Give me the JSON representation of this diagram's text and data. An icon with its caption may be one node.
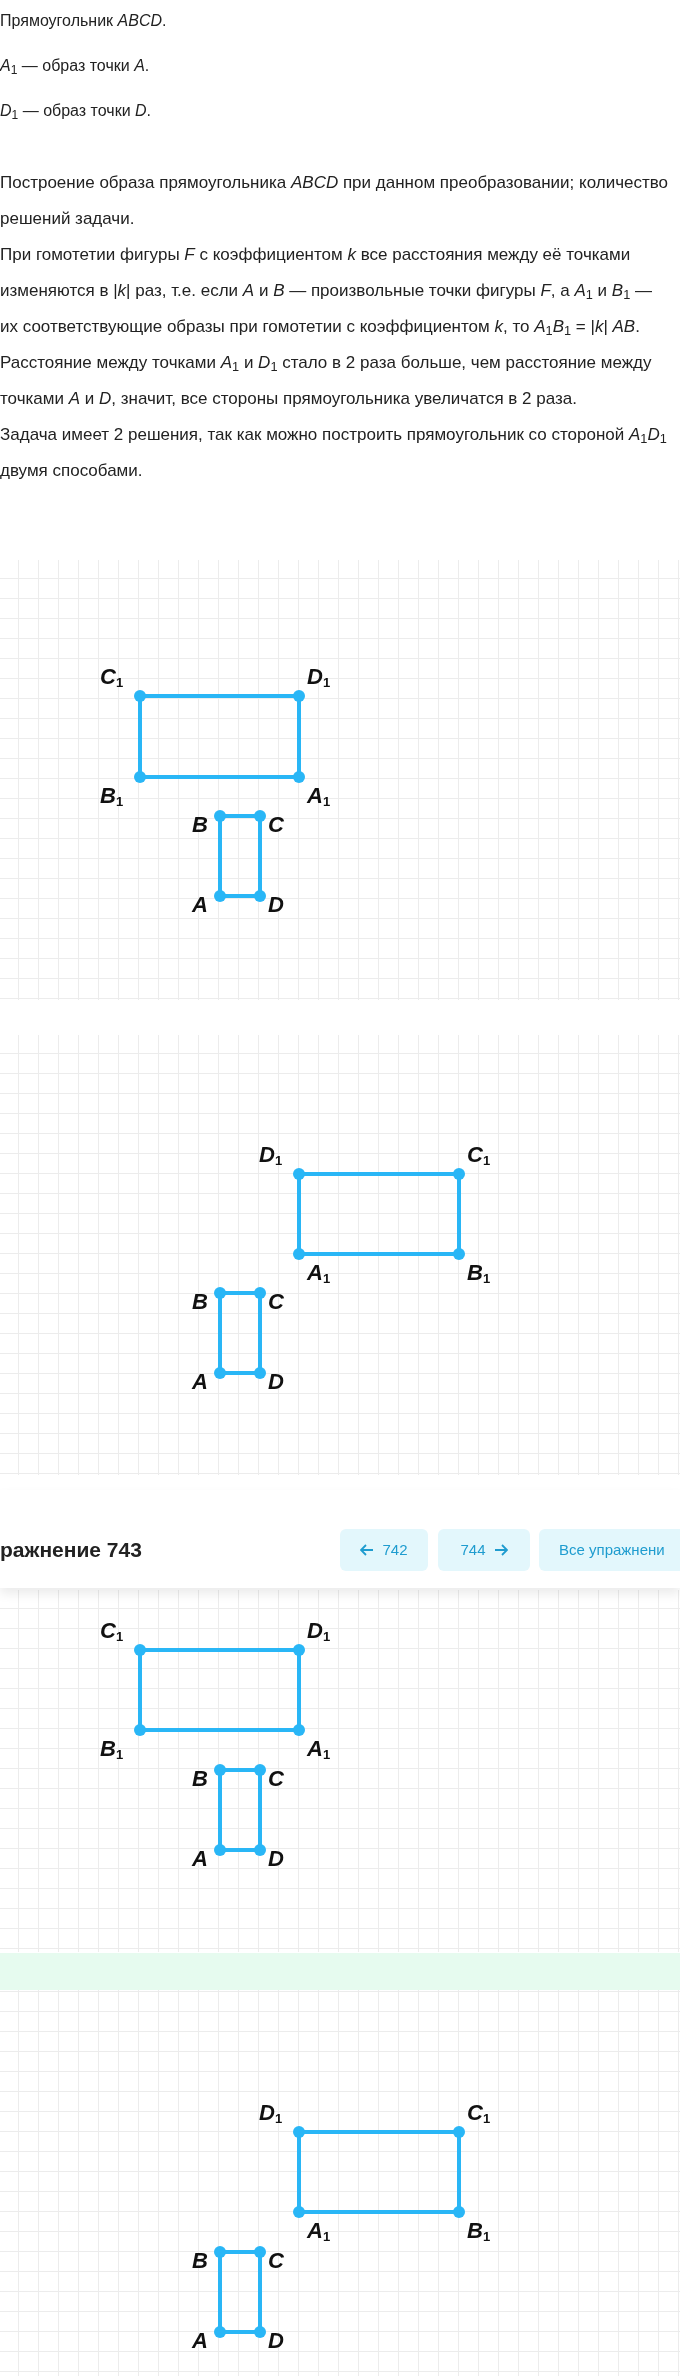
{
  "diagram": {
    "labels": [
      "Прямоугольник *ABCD*.",
      "*A*$_{1}$ — образ точки *A*.",
      "*D*$_{1}$ — образ точки *D*.",
      "Построение образа прямоугольника *ABCD* при данном преобразовании; количество решений задачи.",
      "При гомотетии фигуры *F* с коэффициентом *k* все расстояния между её точками изменяются в |*k*| раз, т.е. если *A* и *B* — произвольные точки фигуры *F*, а *A*$_{1}$ и *B*$_{1}$ — их соответствующие образы при гомотетии с коэффициентом *k*, то *A*$_{1}$*B*$_{1}$ = |*k*| *AB*.",
      "Расстояние между точками *A*$_{1}$ и *D*$_{1}$ стало в 2 раза больше, чем расстояние между точками *A* и *D*, значит, все стороны прямоугольника увеличатся в 2 раза.",
      "Задача имеет 2 решения, так как можно построить прямоугольник со стороной *A*$_{1}$*D*$_{1}$ двумя способами.",
      "C$_{1}$",
      "D$_{1}$",
      "B$_{1}$",
      "A$_{1}$",
      "B",
      "C",
      "A",
      "D",
      "D$_{1}$",
      "C$_{1}$",
      "A$_{1}$",
      "B$_{1}$",
      "B",
      "C",
      "A",
      "D",
      "ражнение 743",
      "742",
      "744",
      "Все упражнени",
      "C$_{1}$",
      "D$_{1}$",
      "B$_{1}$",
      "A$_{1}$",
      "B",
      "C",
      "A",
      "D",
      "D$_{1}$",
      "C$_{1}$",
      "A$_{1}$",
      "B$_{1}$",
      "B",
      "C",
      "A",
      "D"
    ]
  }
}
